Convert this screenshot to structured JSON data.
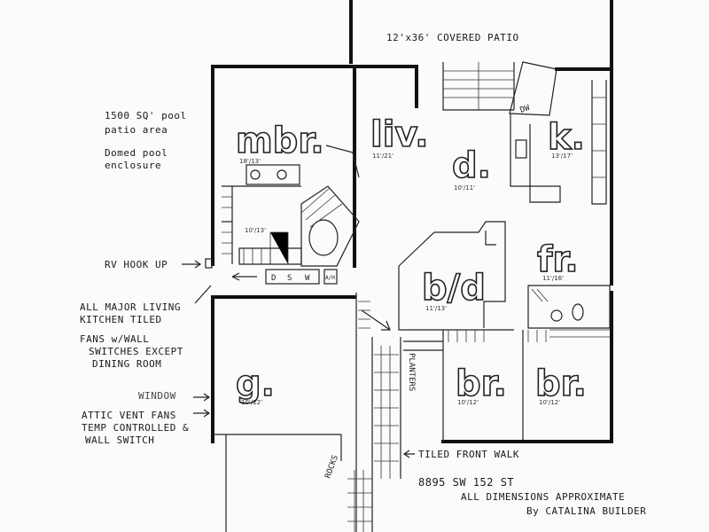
{
  "patio_label": "12'x36' COVERED PATIO",
  "notes": {
    "pool_area": [
      "1500 SQ' pool",
      "patio area"
    ],
    "pool_enclosure": [
      "Domed pool",
      "enclosure"
    ],
    "rv_hookup": "RV HOOK UP",
    "tiled": [
      "ALL MAJOR LIVING",
      "KITCHEN TILED"
    ],
    "fans": [
      "FANS w/WALL",
      "SWITCHES EXCEPT",
      "DINING ROOM"
    ],
    "window": "WINDOW",
    "attic_fans": [
      "ATTIC VENT FANS",
      "TEMP CONTROLLED &",
      "WALL SWITCH"
    ],
    "tiled_walk": "TILED FRONT WALK",
    "planters": "PLANTERS",
    "rocks": "ROCKS"
  },
  "rooms": {
    "mbr": {
      "label": "mbr.",
      "dim": "18'/13'"
    },
    "liv": {
      "label": "liv.",
      "dim": "11'/21'"
    },
    "d": {
      "label": "d.",
      "dim": "10'/11'"
    },
    "k": {
      "label": "k.",
      "dim": "13'/17'"
    },
    "fr": {
      "label": "fr.",
      "dim": "11'/16'"
    },
    "bd": {
      "label": "b/d",
      "dim": "11'/13'"
    },
    "br1": {
      "label": "br.",
      "dim": "10'/12'"
    },
    "br2": {
      "label": "br.",
      "dim": "10'/12'"
    },
    "g": {
      "label": "g.",
      "dim": "10'/22'"
    },
    "bath": {
      "dim": "10'/13'"
    }
  },
  "fixtures": {
    "dsw": [
      "D",
      "S",
      "W"
    ],
    "dw": "DW",
    "ah": "A/H"
  },
  "footer": {
    "address": "8895 SW 152 ST",
    "dims": "ALL DIMENSIONS APPROXIMATE",
    "builder": "By CATALINA BUILDER"
  }
}
